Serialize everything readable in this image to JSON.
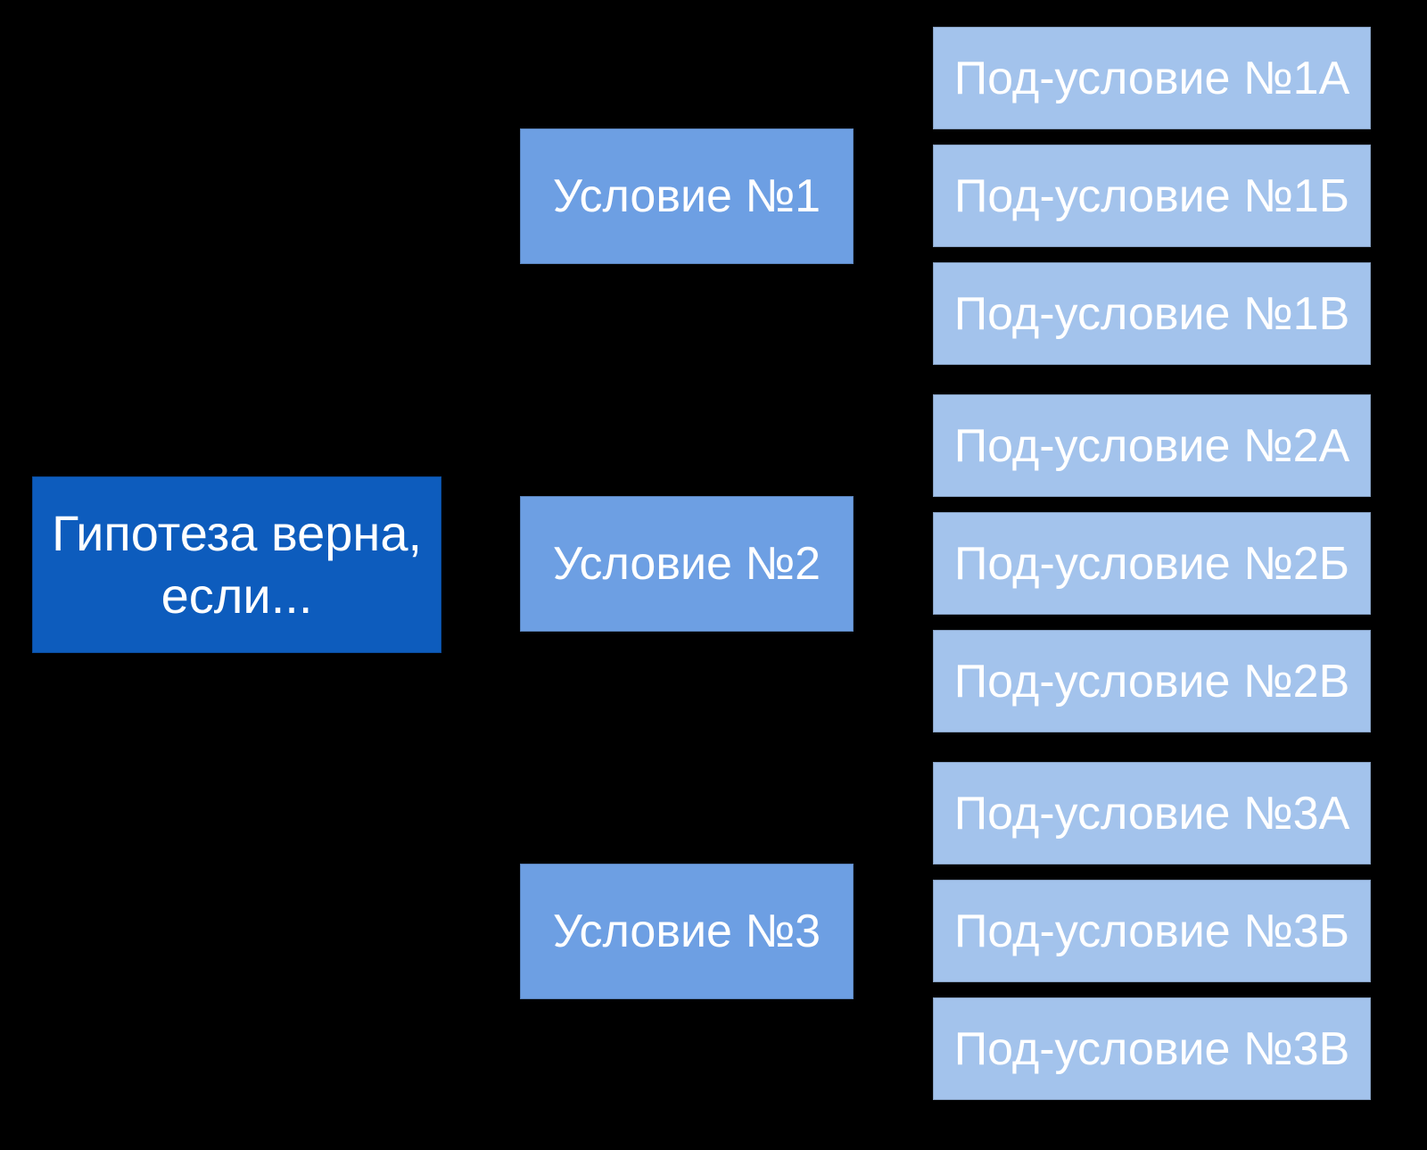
{
  "diagram": {
    "background_color": "#000000",
    "text_color": "#ffffff",
    "root": {
      "label": "Гипотеза верна, если...",
      "fill": "#0d5cbd"
    },
    "condition_fill": "#6d9fe3",
    "subcondition_fill": "#a3c3ec",
    "branches": [
      {
        "condition": "Условие №1",
        "subconditions": [
          "Под-условие №1А",
          "Под-условие №1Б",
          "Под-условие №1В"
        ]
      },
      {
        "condition": "Условие №2",
        "subconditions": [
          "Под-условие №2А",
          "Под-условие №2Б",
          "Под-условие №2В"
        ]
      },
      {
        "condition": "Условие №3",
        "subconditions": [
          "Под-условие №3А",
          "Под-условие №3Б",
          "Под-условие №3В"
        ]
      }
    ]
  }
}
